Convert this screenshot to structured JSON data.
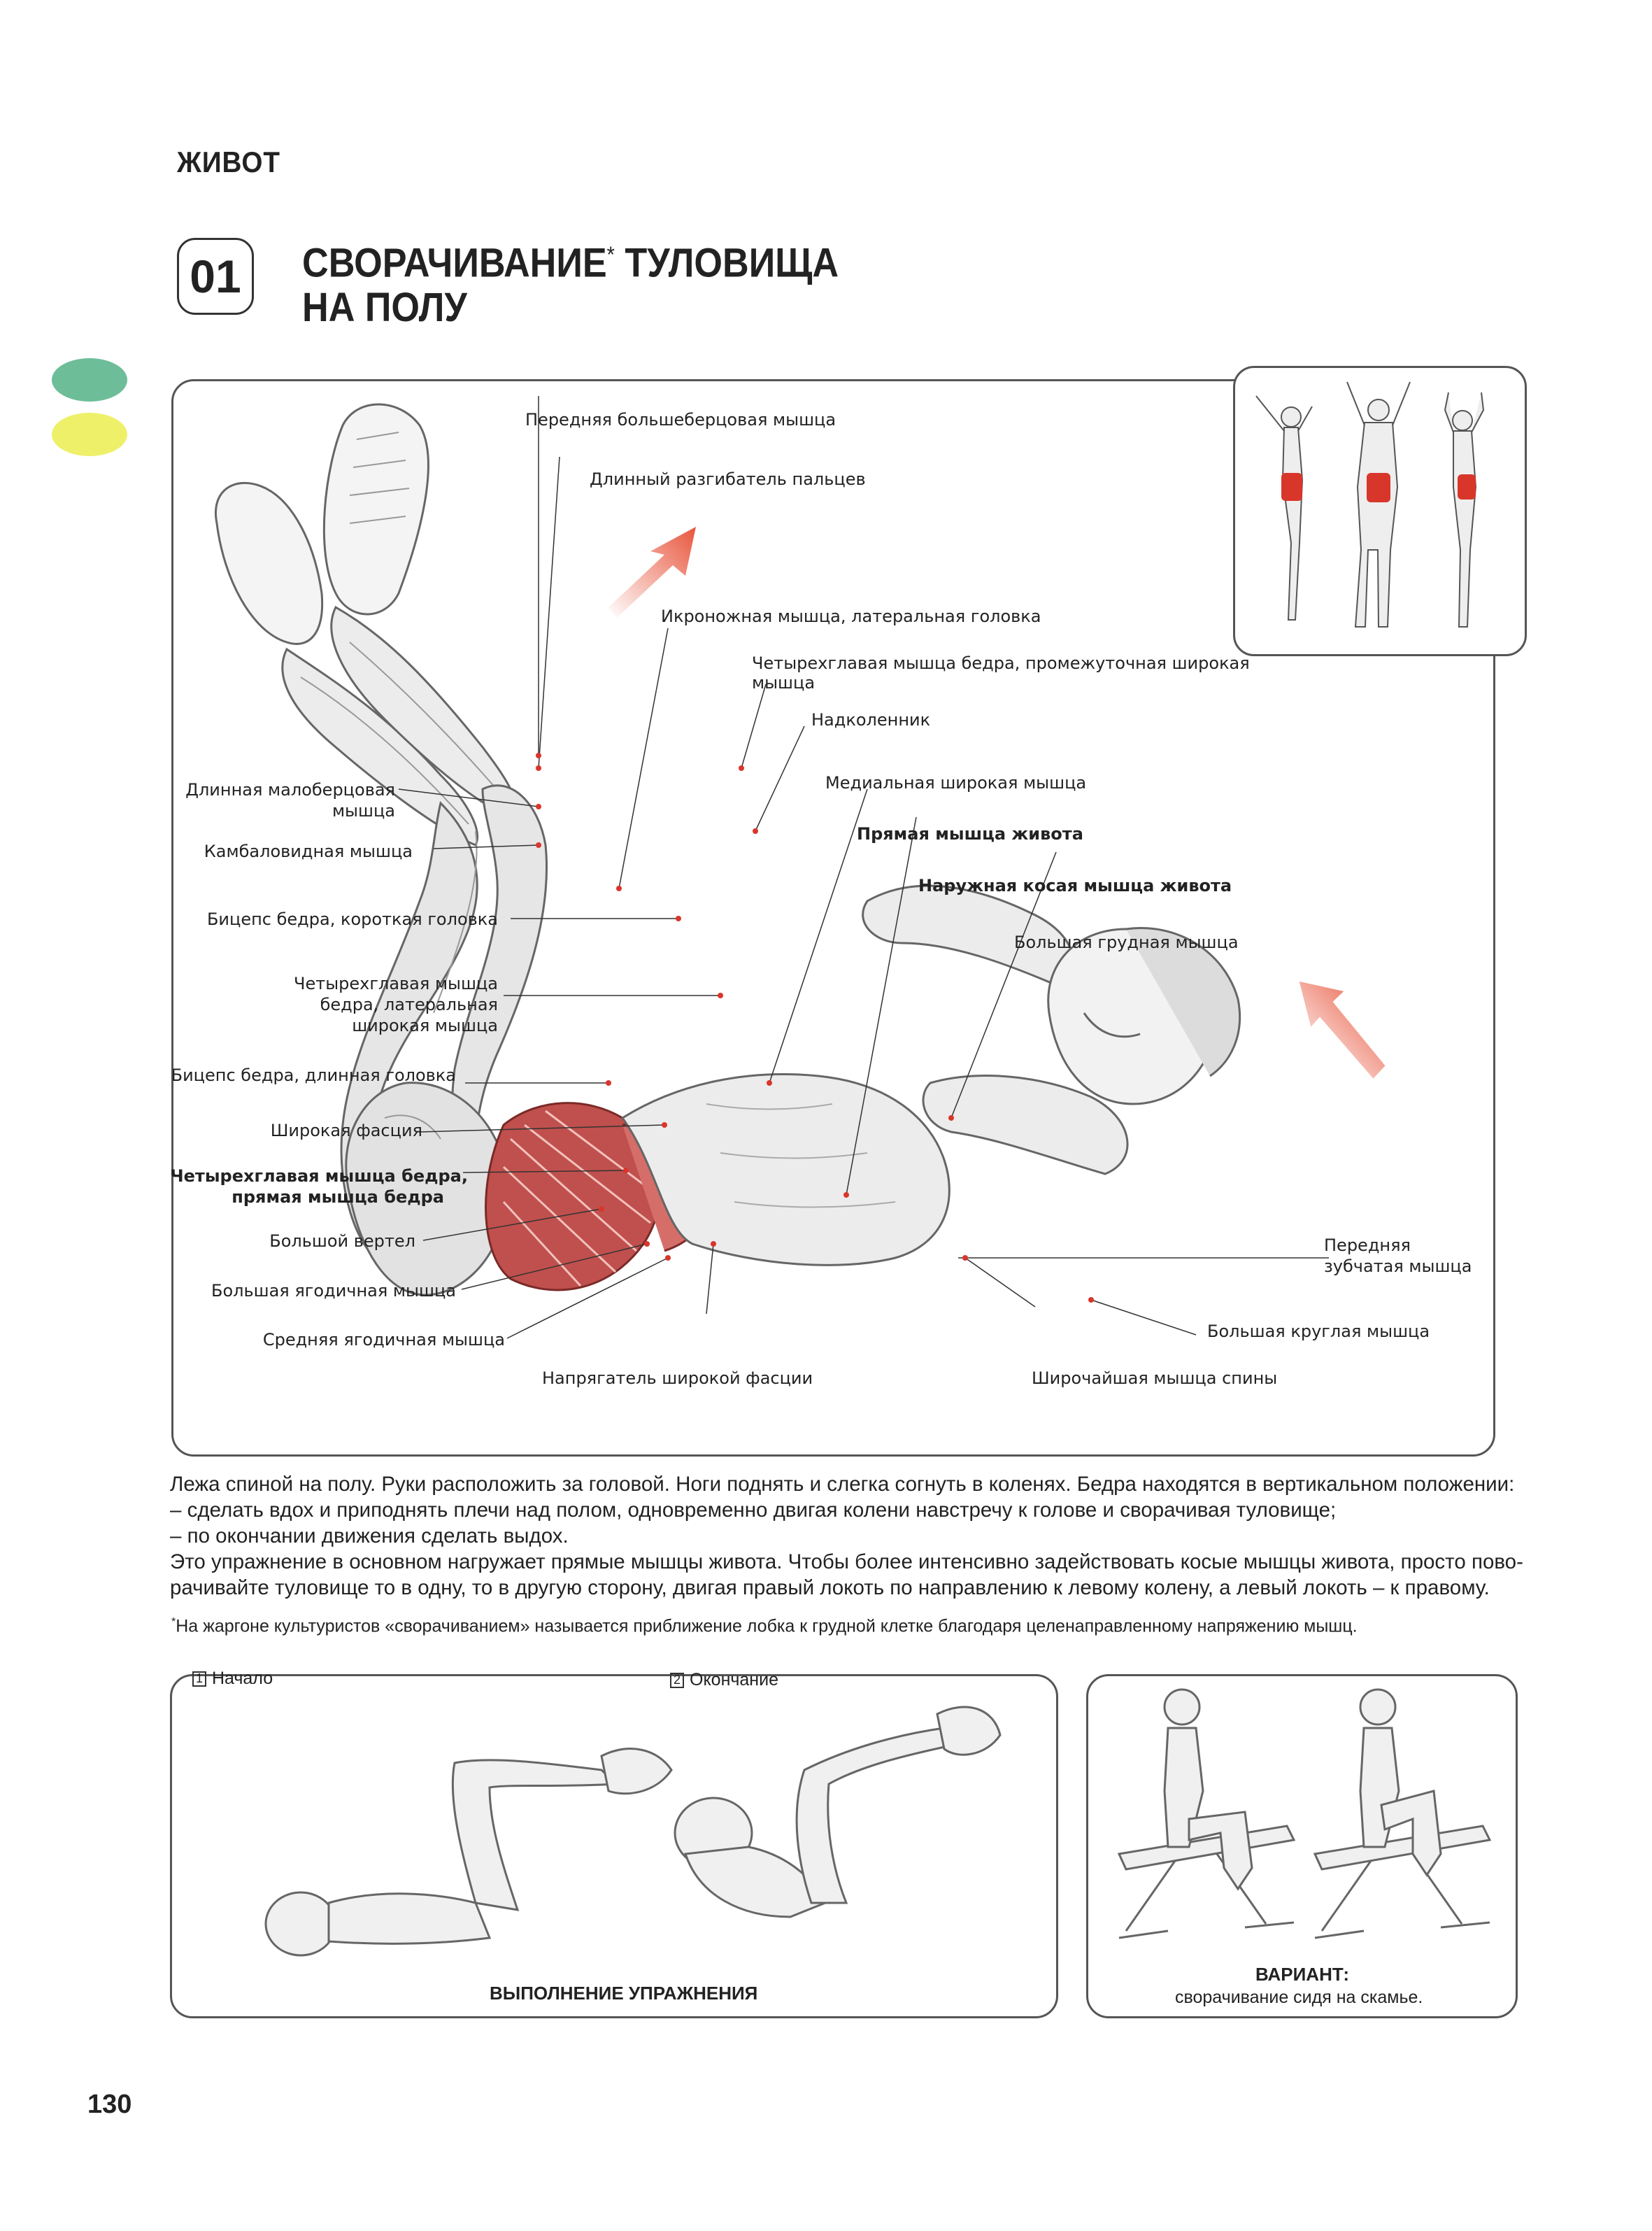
{
  "header": {
    "section": "ЖИВОТ",
    "number": "01",
    "title_line1": "СВОРАЧИВАНИЕ",
    "title_star": "*",
    "title_line1_end": " ТУЛОВИЩА",
    "title_line2": "НА ПОЛУ"
  },
  "colors": {
    "green_dot": "#6dbe98",
    "yellow_dot": "#eef06a",
    "muscle_red": "#c0504d",
    "arrow_red": "#e8553c"
  },
  "labels": {
    "tibialis_anterior": "Передняя большеберцовая мышца",
    "ext_digitorum": "Длинный разгибатель пальцев",
    "gastrocnemius_lat": "Икроножная мышца, латеральная головка",
    "vastus_intermedius_1": "Четырехглавая мышца бедра, промежуточная широкая",
    "vastus_intermedius_2": "мышца",
    "patella": "Надколенник",
    "vastus_medialis": "Медиальная широкая мышца",
    "rectus_abdominis": "Прямая мышца живота",
    "external_oblique": "Наружная косая мышца живота",
    "pectoralis_major": "Большая грудная мышца",
    "peroneus_longus_1": "Длинная малоберцовая",
    "peroneus_longus_2": "мышца",
    "soleus": "Камбаловидная мышца",
    "biceps_short": "Бицепс бедра, короткая головка",
    "vastus_lateralis_1": "Четырехглавая мышца",
    "vastus_lateralis_2": "бедра, латеральная",
    "vastus_lateralis_3": "широкая мышца",
    "biceps_long": "Бицепс бедра, длинная головка",
    "fascia_lata": "Широкая фасция",
    "rectus_femoris_1": "Четырехглавая мышца бедра,",
    "rectus_femoris_2": "прямая мышца бедра",
    "trochanter": "Большой вертел",
    "gluteus_max": "Большая ягодичная мышца",
    "gluteus_med": "Средняя ягодичная мышца",
    "tensor": "Напрягатель широкой фасции",
    "latissimus": "Широчайшая мышца спины",
    "serratus_1": "Передняя",
    "serratus_2": "зубчатая мышца",
    "teres_major": "Большая круглая мышца"
  },
  "description": {
    "line1": "Лежа спиной на полу. Руки расположить за головой. Ноги поднять и слегка согнуть в коленях. Бедра находятся в вертикальном положении:",
    "line2": "– сделать вдох и приподнять плечи над полом, одновременно двигая колени навстречу к голове и сворачивая туловище;",
    "line3": "– по окончании движения сделать выдох.",
    "line4": "Это упражнение в основном нагружает прямые мышцы живота. Чтобы более интенсивно задействовать косые мышцы живота, просто пово-",
    "line5": "рачивайте туловище то в одну, то в другую сторону, двигая правый локоть по направлению к левому колену, а левый локоть – к правому."
  },
  "footnote": {
    "star": "*",
    "text": "На жаргоне культуристов «сворачиванием» называется приближение лобка к грудной клетке благодаря целенаправленному напряжению мышц."
  },
  "execution": {
    "step1_num": "1",
    "step1_label": "Начало",
    "step2_num": "2",
    "step2_label": "Окончание",
    "caption": "ВЫПОЛНЕНИЕ УПРАЖНЕНИЯ"
  },
  "variant": {
    "title": "ВАРИАНТ:",
    "text": "сворачивание сидя на скамье."
  },
  "page_number": "130"
}
